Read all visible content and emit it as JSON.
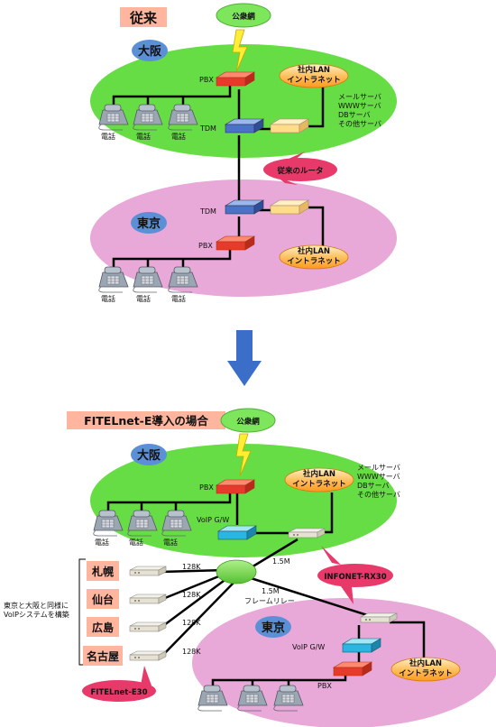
{
  "section1": {
    "title": "従来",
    "public_network": "公衆網",
    "osaka": {
      "name": "大阪",
      "pbx": "PBX",
      "tdm": "TDM",
      "lan_line1": "社内LAN",
      "lan_line2": "イントラネット",
      "servers": [
        "メールサーバ",
        "WWWサーバ",
        "DBサーバ",
        "その他サーバ"
      ],
      "phones": [
        "電話",
        "電話",
        "電話"
      ]
    },
    "router_callout": "従来のルータ",
    "tokyo": {
      "name": "東京",
      "pbx": "PBX",
      "tdm": "TDM",
      "lan_line1": "社内LAN",
      "lan_line2": "イントラネット",
      "phones": [
        "電話",
        "電話",
        "電話"
      ]
    }
  },
  "section2": {
    "title": "FITELnet-E導入の場合",
    "public_network": "公衆網",
    "osaka": {
      "name": "大阪",
      "pbx": "PBX",
      "voip": "VoIP G/W",
      "lan_line1": "社内LAN",
      "lan_line2": "イントラネット",
      "servers": [
        "メールサーバ",
        "WWWサーバ",
        "DBサーバ",
        "その他サーバ"
      ],
      "phones": [
        "電話",
        "電話",
        "電話"
      ]
    },
    "infonet_callout": "INFONET-RX30",
    "link_osaka": "1.5M",
    "link_tokyo_line1": "1.5M",
    "link_tokyo_line2": "フレームリレー",
    "branch_note_line1": "東京と大阪と同様に",
    "branch_note_line2": "VoIPシステムを構築",
    "branches": [
      {
        "name": "札幌",
        "speed": "128K"
      },
      {
        "name": "仙台",
        "speed": "128K"
      },
      {
        "name": "広島",
        "speed": "128K"
      },
      {
        "name": "名古屋",
        "speed": "128K"
      }
    ],
    "fitelnet_callout": "FITELnet-E30",
    "tokyo": {
      "name": "東京",
      "pbx": "PBX",
      "voip": "VoIP G/W",
      "lan_line1": "社内LAN",
      "lan_line2": "イントラネット"
    }
  },
  "colors": {
    "green_area": "#66dd44",
    "pink_area": "#e8a8d8",
    "red_callout": "#e83a6a",
    "lan_orange": "#ffb040",
    "arrow_blue": "#3a6ec8"
  }
}
